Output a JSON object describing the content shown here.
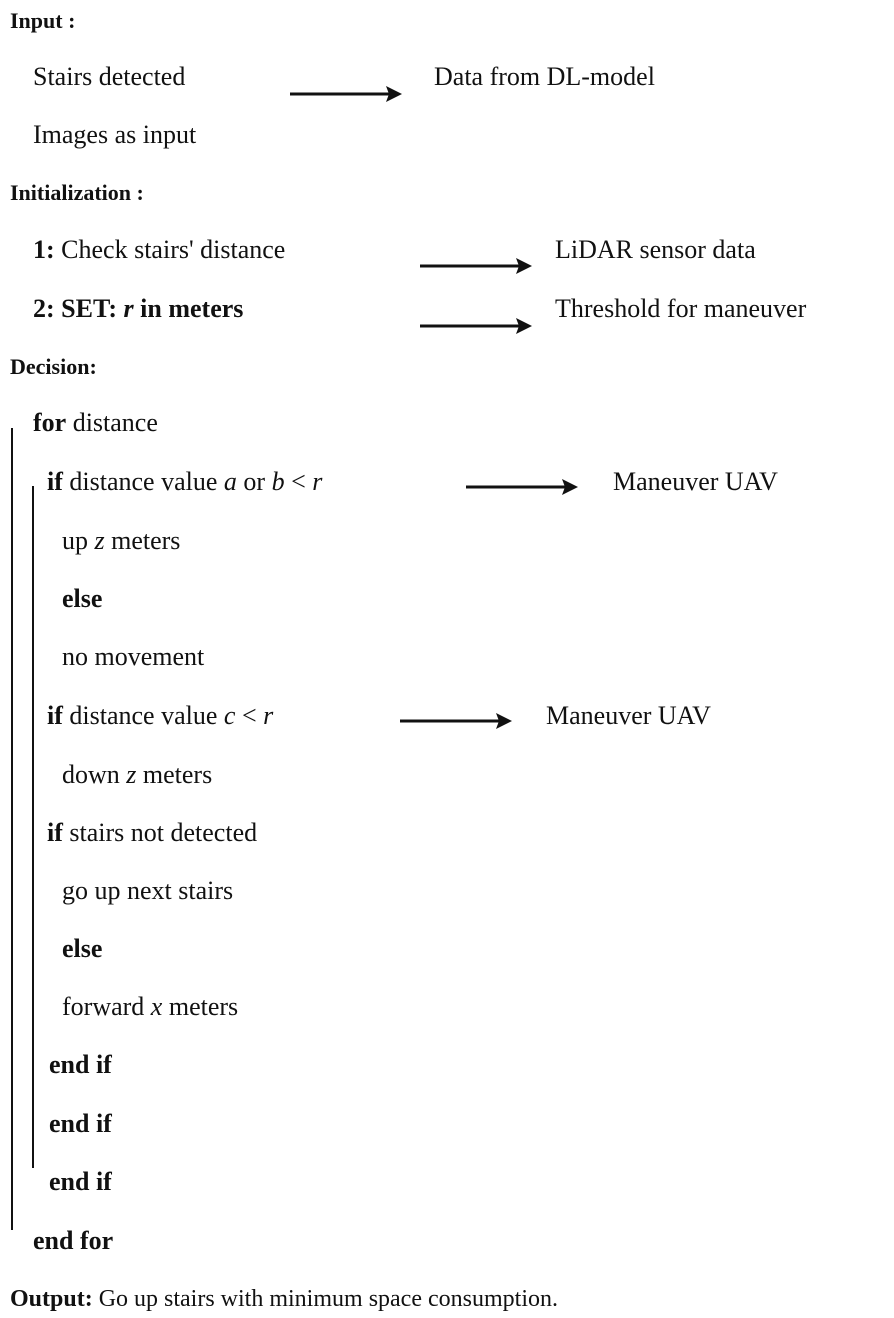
{
  "input": {
    "heading": "Input :",
    "line1": "Stairs detected",
    "line1_note": "Data from DL-model",
    "line2": "Images as input"
  },
  "initialization": {
    "heading": "Initialization :",
    "step1_num": "1:",
    "step1_text": "Check stairs' distance",
    "step1_note": "LiDAR sensor data",
    "step2_num": "2:",
    "step2_set": "SET:",
    "step2_var": "r",
    "step2_rest": "in meters",
    "step2_note": "Threshold for maneuver"
  },
  "decision": {
    "heading": "Decision:",
    "for_kw": "for",
    "for_text": "distance",
    "if1_kw": "if",
    "if1_text_a": "distance value",
    "if1_var_a": "a",
    "if1_or": "or",
    "if1_var_b": "b",
    "if1_lt": "<",
    "if1_var_r": "r",
    "if1_note": "Maneuver UAV",
    "up_text": "up",
    "up_var": "z",
    "up_rest": "meters",
    "else1": "else",
    "no_movement": "no movement",
    "if2_kw": "if",
    "if2_text": "distance value",
    "if2_var_c": "c",
    "if2_lt": "<",
    "if2_var_r": "r",
    "if2_note": "Maneuver UAV",
    "down_text": "down",
    "down_var": "z",
    "down_rest": "meters",
    "if3_kw": "if",
    "if3_text": "stairs not detected",
    "go_up": "go up next stairs",
    "else2": "else",
    "forward_text": "forward",
    "forward_var": "x",
    "forward_rest": "meters",
    "endif1": "end if",
    "endif2": "end if",
    "endif3": "end if",
    "endfor": "end for"
  },
  "output": {
    "label": "Output:",
    "text": "Go up stairs with minimum space consumption."
  }
}
